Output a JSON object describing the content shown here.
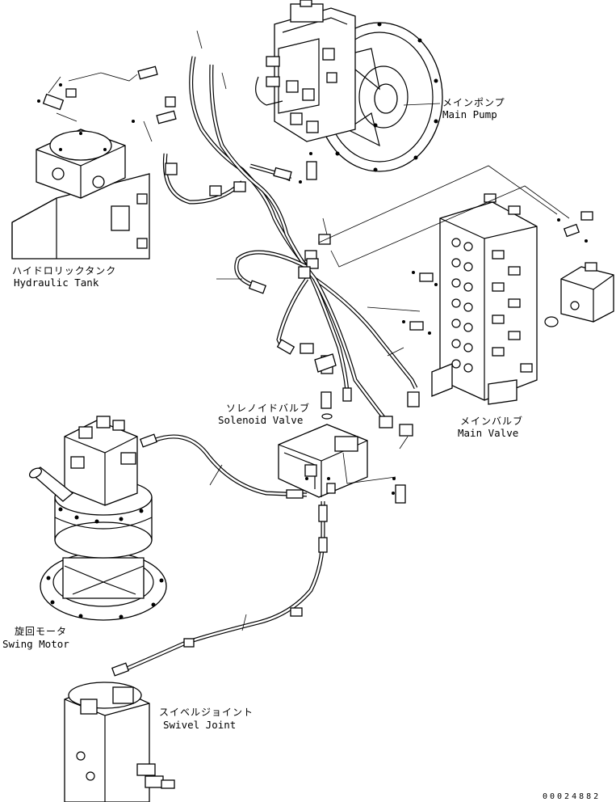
{
  "labels": {
    "main_pump": {
      "jp": "メインポンプ",
      "en": "Main Pump"
    },
    "hydraulic_tank": {
      "jp": "ハイドロリックタンク",
      "en": "Hydraulic Tank"
    },
    "solenoid_valve": {
      "jp": "ソレノイドバルブ",
      "en": "Solenoid Valve"
    },
    "main_valve": {
      "jp": "メインバルブ",
      "en": "Main Valve"
    },
    "swing_motor": {
      "jp": "旋回モータ",
      "en": "Swing Motor"
    },
    "swivel_joint": {
      "jp": "スイベルジョイント",
      "en": "Swivel Joint"
    }
  },
  "part_number": "00024882"
}
